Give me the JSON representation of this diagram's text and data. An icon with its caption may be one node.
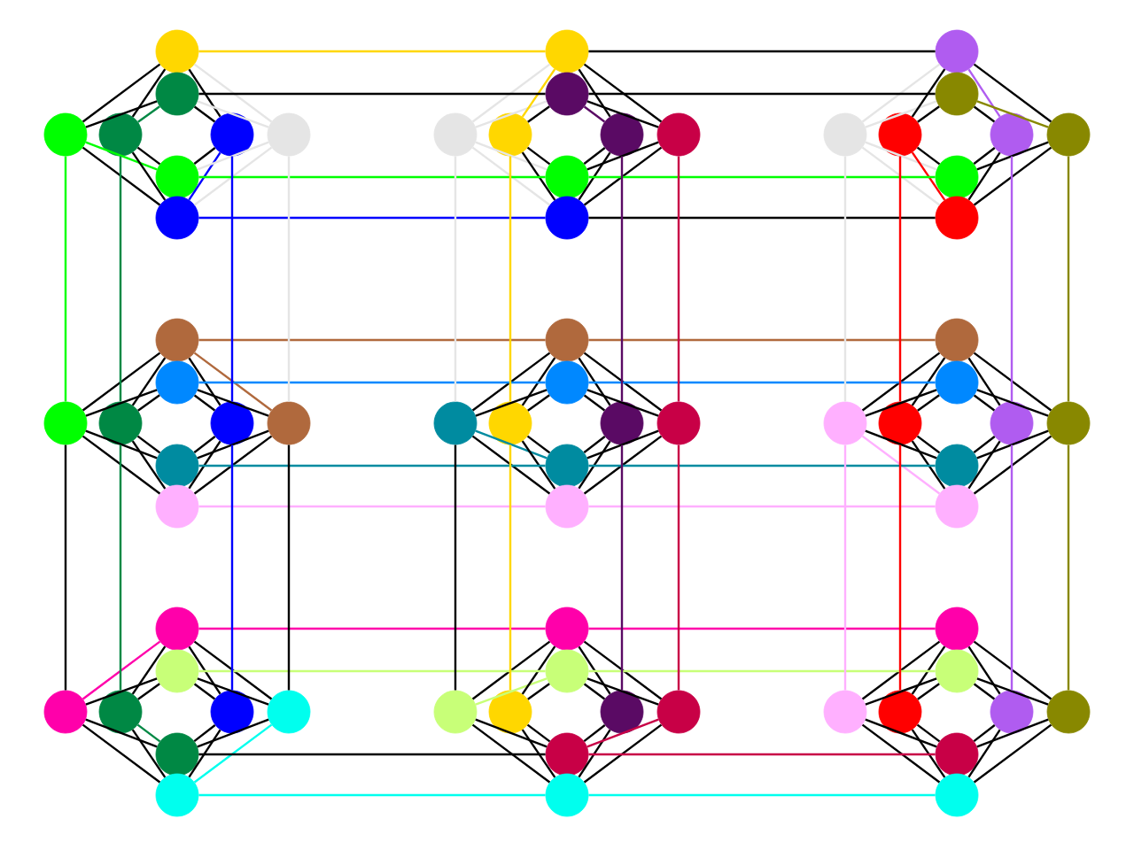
{
  "diagram": {
    "nodes": [
      {
        "text": [],
        "shape": "circle"
      },
      {
        "text": [],
        "shape": "circle"
      },
      {
        "text": [],
        "shape": "circle"
      },
      {
        "text": [],
        "shape": "circle"
      },
      {
        "text": [],
        "shape": "circle"
      },
      {
        "text": [],
        "shape": "circle"
      },
      {
        "text": [],
        "shape": "circle"
      },
      {
        "text": [],
        "shape": "circle"
      },
      {
        "text": [],
        "shape": "circle"
      },
      {
        "text": [],
        "shape": "circle"
      },
      {
        "text": [],
        "shape": "circle"
      },
      {
        "text": [],
        "shape": "circle"
      },
      {
        "text": [],
        "shape": "circle"
      },
      {
        "text": [],
        "shape": "circle"
      },
      {
        "text": [],
        "shape": "circle"
      },
      {
        "text": [],
        "shape": "circle"
      },
      {
        "text": [],
        "shape": "circle"
      },
      {
        "text": [],
        "shape": "circle"
      },
      {
        "text": [],
        "shape": "circle"
      },
      {
        "text": [],
        "shape": "circle"
      },
      {
        "text": [],
        "shape": "circle"
      },
      {
        "text": [],
        "shape": "circle"
      },
      {
        "text": [],
        "shape": "circle"
      },
      {
        "text": [],
        "shape": "circle"
      },
      {
        "text": [],
        "shape": "circle"
      },
      {
        "text": [],
        "shape": "circle"
      },
      {
        "text": [],
        "shape": "circle"
      },
      {
        "text": [],
        "shape": "circle"
      },
      {
        "text": [],
        "shape": "circle"
      },
      {
        "text": [],
        "shape": "circle"
      },
      {
        "text": [],
        "shape": "circle"
      },
      {
        "text": [],
        "shape": "circle"
      },
      {
        "text": [],
        "shape": "circle"
      },
      {
        "text": [],
        "shape": "circle"
      },
      {
        "text": [],
        "shape": "circle"
      },
      {
        "text": [],
        "shape": "circle"
      },
      {
        "text": [],
        "shape": "circle"
      },
      {
        "text": [],
        "shape": "circle"
      },
      {
        "text": [],
        "shape": "circle"
      },
      {
        "text": [],
        "shape": "circle"
      },
      {
        "text": [],
        "shape": "circle"
      },
      {
        "text": [],
        "shape": "circle"
      },
      {
        "text": [],
        "shape": "circle"
      },
      {
        "text": [],
        "shape": "circle"
      },
      {
        "text": [],
        "shape": "circle"
      },
      {
        "text": [],
        "shape": "circle"
      },
      {
        "text": [],
        "shape": "circle"
      },
      {
        "text": [],
        "shape": "circle"
      },
      {
        "text": [],
        "shape": "circle"
      },
      {
        "text": [],
        "shape": "circle"
      },
      {
        "text": [],
        "shape": "circle"
      },
      {
        "text": [],
        "shape": "circle"
      },
      {
        "text": [],
        "shape": "circle"
      },
      {
        "text": [],
        "shape": "circle"
      },
      {
        "text": [],
        "shape": "circle"
      },
      {
        "text": [],
        "shape": "circle"
      },
      {
        "text": [],
        "shape": "circle"
      },
      {
        "text": [],
        "shape": "circle"
      },
      {
        "text": [],
        "shape": "circle"
      },
      {
        "text": [],
        "shape": "circle"
      },
      {
        "text": [],
        "shape": "circle"
      },
      {
        "text": [],
        "shape": "circle"
      },
      {
        "text": [],
        "shape": "circle"
      },
      {
        "text": [],
        "shape": "circle"
      },
      {
        "text": [],
        "shape": "circle"
      },
      {
        "text": [],
        "shape": "circle"
      },
      {
        "text": [],
        "shape": "circle"
      },
      {
        "text": [],
        "shape": "circle"
      },
      {
        "text": [],
        "shape": "circle"
      },
      {
        "text": [],
        "shape": "circle"
      },
      {
        "text": [],
        "shape": "circle"
      },
      {
        "text": [],
        "shape": "circle"
      }
    ],
    "edges": [
      {
        "from": 2,
        "to": 0,
        "arrow": "none"
      },
      {
        "from": 2,
        "to": 1,
        "arrow": "none"
      },
      {
        "from": 2,
        "to": 6,
        "arrow": "none",
        "color": "#00ff00"
      },
      {
        "from": 2,
        "to": 7,
        "arrow": "none"
      },
      {
        "from": 3,
        "to": 0,
        "arrow": "none"
      },
      {
        "from": 3,
        "to": 1,
        "arrow": "none",
        "color": "#008844"
      },
      {
        "from": 3,
        "to": 6,
        "arrow": "none"
      },
      {
        "from": 3,
        "to": 7,
        "arrow": "none"
      },
      {
        "from": 4,
        "to": 0,
        "arrow": "none"
      },
      {
        "from": 4,
        "to": 1,
        "arrow": "none"
      },
      {
        "from": 4,
        "to": 6,
        "arrow": "none"
      },
      {
        "from": 4,
        "to": 7,
        "arrow": "none",
        "color": "#0000ff"
      },
      {
        "from": 5,
        "to": 0,
        "arrow": "none",
        "color": "#e5e5e5"
      },
      {
        "from": 5,
        "to": 1,
        "arrow": "none",
        "color": "#e5e5e5"
      },
      {
        "from": 5,
        "to": 6,
        "arrow": "none",
        "color": "#e5e5e5"
      },
      {
        "from": 5,
        "to": 7,
        "arrow": "none",
        "color": "#e5e5e5"
      },
      {
        "from": 10,
        "to": 8,
        "arrow": "none",
        "color": "#e5e5e5"
      },
      {
        "from": 10,
        "to": 9,
        "arrow": "none",
        "color": "#e5e5e5"
      },
      {
        "from": 10,
        "to": 14,
        "arrow": "none",
        "color": "#e5e5e5"
      },
      {
        "from": 10,
        "to": 15,
        "arrow": "none",
        "color": "#e5e5e5"
      },
      {
        "from": 11,
        "to": 8,
        "arrow": "none",
        "color": "#ffd700"
      },
      {
        "from": 11,
        "to": 9,
        "arrow": "none"
      },
      {
        "from": 11,
        "to": 14,
        "arrow": "none"
      },
      {
        "from": 11,
        "to": 15,
        "arrow": "none"
      },
      {
        "from": 12,
        "to": 8,
        "arrow": "none"
      },
      {
        "from": 12,
        "to": 9,
        "arrow": "none",
        "color": "#5a0a64"
      },
      {
        "from": 12,
        "to": 14,
        "arrow": "none"
      },
      {
        "from": 12,
        "to": 15,
        "arrow": "none"
      },
      {
        "from": 13,
        "to": 8,
        "arrow": "none"
      },
      {
        "from": 13,
        "to": 9,
        "arrow": "none"
      },
      {
        "from": 13,
        "to": 14,
        "arrow": "none"
      },
      {
        "from": 13,
        "to": 15,
        "arrow": "none"
      },
      {
        "from": 18,
        "to": 16,
        "arrow": "none",
        "color": "#e5e5e5"
      },
      {
        "from": 18,
        "to": 17,
        "arrow": "none",
        "color": "#e5e5e5"
      },
      {
        "from": 18,
        "to": 22,
        "arrow": "none",
        "color": "#e5e5e5"
      },
      {
        "from": 18,
        "to": 23,
        "arrow": "none",
        "color": "#e5e5e5"
      },
      {
        "from": 19,
        "to": 16,
        "arrow": "none"
      },
      {
        "from": 19,
        "to": 17,
        "arrow": "none"
      },
      {
        "from": 19,
        "to": 22,
        "arrow": "none"
      },
      {
        "from": 19,
        "to": 23,
        "arrow": "none",
        "color": "#ff0000"
      },
      {
        "from": 20,
        "to": 16,
        "arrow": "none",
        "color": "#b05cf0"
      },
      {
        "from": 20,
        "to": 17,
        "arrow": "none"
      },
      {
        "from": 20,
        "to": 22,
        "arrow": "none"
      },
      {
        "from": 20,
        "to": 23,
        "arrow": "none"
      },
      {
        "from": 21,
        "to": 16,
        "arrow": "none"
      },
      {
        "from": 21,
        "to": 17,
        "arrow": "none",
        "color": "#888800"
      },
      {
        "from": 21,
        "to": 22,
        "arrow": "none"
      },
      {
        "from": 21,
        "to": 23,
        "arrow": "none"
      },
      {
        "from": 26,
        "to": 24,
        "arrow": "none"
      },
      {
        "from": 26,
        "to": 25,
        "arrow": "none"
      },
      {
        "from": 26,
        "to": 30,
        "arrow": "none"
      },
      {
        "from": 26,
        "to": 31,
        "arrow": "none"
      },
      {
        "from": 27,
        "to": 24,
        "arrow": "none"
      },
      {
        "from": 27,
        "to": 25,
        "arrow": "none"
      },
      {
        "from": 27,
        "to": 30,
        "arrow": "none"
      },
      {
        "from": 27,
        "to": 31,
        "arrow": "none"
      },
      {
        "from": 28,
        "to": 24,
        "arrow": "none"
      },
      {
        "from": 28,
        "to": 25,
        "arrow": "none"
      },
      {
        "from": 28,
        "to": 30,
        "arrow": "none"
      },
      {
        "from": 28,
        "to": 31,
        "arrow": "none"
      },
      {
        "from": 29,
        "to": 24,
        "arrow": "none",
        "color": "#b0693d"
      },
      {
        "from": 29,
        "to": 25,
        "arrow": "none"
      },
      {
        "from": 29,
        "to": 30,
        "arrow": "none"
      },
      {
        "from": 29,
        "to": 31,
        "arrow": "none"
      },
      {
        "from": 34,
        "to": 32,
        "arrow": "none"
      },
      {
        "from": 34,
        "to": 33,
        "arrow": "none"
      },
      {
        "from": 34,
        "to": 38,
        "arrow": "none",
        "color": "#008ba0"
      },
      {
        "from": 34,
        "to": 39,
        "arrow": "none"
      },
      {
        "from": 35,
        "to": 32,
        "arrow": "none"
      },
      {
        "from": 35,
        "to": 33,
        "arrow": "none"
      },
      {
        "from": 35,
        "to": 38,
        "arrow": "none"
      },
      {
        "from": 35,
        "to": 39,
        "arrow": "none"
      },
      {
        "from": 36,
        "to": 32,
        "arrow": "none"
      },
      {
        "from": 36,
        "to": 33,
        "arrow": "none"
      },
      {
        "from": 36,
        "to": 38,
        "arrow": "none"
      },
      {
        "from": 36,
        "to": 39,
        "arrow": "none"
      },
      {
        "from": 37,
        "to": 32,
        "arrow": "none"
      },
      {
        "from": 37,
        "to": 33,
        "arrow": "none"
      },
      {
        "from": 37,
        "to": 38,
        "arrow": "none"
      },
      {
        "from": 37,
        "to": 39,
        "arrow": "none"
      },
      {
        "from": 42,
        "to": 40,
        "arrow": "none"
      },
      {
        "from": 42,
        "to": 41,
        "arrow": "none"
      },
      {
        "from": 42,
        "to": 46,
        "arrow": "none"
      },
      {
        "from": 42,
        "to": 47,
        "arrow": "none",
        "color": "#ffb0ff"
      },
      {
        "from": 43,
        "to": 40,
        "arrow": "none"
      },
      {
        "from": 43,
        "to": 41,
        "arrow": "none"
      },
      {
        "from": 43,
        "to": 46,
        "arrow": "none"
      },
      {
        "from": 43,
        "to": 47,
        "arrow": "none"
      },
      {
        "from": 44,
        "to": 40,
        "arrow": "none"
      },
      {
        "from": 44,
        "to": 41,
        "arrow": "none"
      },
      {
        "from": 44,
        "to": 46,
        "arrow": "none"
      },
      {
        "from": 44,
        "to": 47,
        "arrow": "none"
      },
      {
        "from": 45,
        "to": 40,
        "arrow": "none"
      },
      {
        "from": 45,
        "to": 41,
        "arrow": "none"
      },
      {
        "from": 45,
        "to": 46,
        "arrow": "none"
      },
      {
        "from": 45,
        "to": 47,
        "arrow": "none"
      },
      {
        "from": 50,
        "to": 48,
        "arrow": "none",
        "color": "#ff00aa"
      },
      {
        "from": 50,
        "to": 49,
        "arrow": "none"
      },
      {
        "from": 50,
        "to": 54,
        "arrow": "none"
      },
      {
        "from": 50,
        "to": 55,
        "arrow": "none"
      },
      {
        "from": 51,
        "to": 48,
        "arrow": "none"
      },
      {
        "from": 51,
        "to": 49,
        "arrow": "none"
      },
      {
        "from": 51,
        "to": 54,
        "arrow": "none",
        "color": "#008844"
      },
      {
        "from": 51,
        "to": 55,
        "arrow": "none"
      },
      {
        "from": 52,
        "to": 48,
        "arrow": "none"
      },
      {
        "from": 52,
        "to": 49,
        "arrow": "none"
      },
      {
        "from": 52,
        "to": 54,
        "arrow": "none"
      },
      {
        "from": 52,
        "to": 55,
        "arrow": "none"
      },
      {
        "from": 53,
        "to": 48,
        "arrow": "none"
      },
      {
        "from": 53,
        "to": 49,
        "arrow": "none"
      },
      {
        "from": 53,
        "to": 54,
        "arrow": "none"
      },
      {
        "from": 53,
        "to": 55,
        "arrow": "none",
        "color": "#00ffee"
      },
      {
        "from": 58,
        "to": 56,
        "arrow": "none"
      },
      {
        "from": 58,
        "to": 57,
        "arrow": "none",
        "color": "#c8ff78"
      },
      {
        "from": 58,
        "to": 62,
        "arrow": "none"
      },
      {
        "from": 58,
        "to": 63,
        "arrow": "none"
      },
      {
        "from": 59,
        "to": 56,
        "arrow": "none"
      },
      {
        "from": 59,
        "to": 57,
        "arrow": "none"
      },
      {
        "from": 59,
        "to": 62,
        "arrow": "none"
      },
      {
        "from": 59,
        "to": 63,
        "arrow": "none"
      },
      {
        "from": 60,
        "to": 56,
        "arrow": "none"
      },
      {
        "from": 60,
        "to": 57,
        "arrow": "none"
      },
      {
        "from": 60,
        "to": 62,
        "arrow": "none"
      },
      {
        "from": 60,
        "to": 63,
        "arrow": "none"
      },
      {
        "from": 61,
        "to": 56,
        "arrow": "none"
      },
      {
        "from": 61,
        "to": 57,
        "arrow": "none"
      },
      {
        "from": 61,
        "to": 62,
        "arrow": "none",
        "color": "#c80046"
      },
      {
        "from": 61,
        "to": 63,
        "arrow": "none"
      },
      {
        "from": 66,
        "to": 64,
        "arrow": "none"
      },
      {
        "from": 66,
        "to": 65,
        "arrow": "none"
      },
      {
        "from": 66,
        "to": 70,
        "arrow": "none"
      },
      {
        "from": 66,
        "to": 71,
        "arrow": "none"
      },
      {
        "from": 67,
        "to": 64,
        "arrow": "none"
      },
      {
        "from": 67,
        "to": 65,
        "arrow": "none"
      },
      {
        "from": 67,
        "to": 70,
        "arrow": "none"
      },
      {
        "from": 67,
        "to": 71,
        "arrow": "none"
      },
      {
        "from": 68,
        "to": 64,
        "arrow": "none"
      },
      {
        "from": 68,
        "to": 65,
        "arrow": "none"
      },
      {
        "from": 68,
        "to": 70,
        "arrow": "none"
      },
      {
        "from": 68,
        "to": 71,
        "arrow": "none"
      },
      {
        "from": 69,
        "to": 64,
        "arrow": "none"
      },
      {
        "from": 69,
        "to": 65,
        "arrow": "none"
      },
      {
        "from": 69,
        "to": 70,
        "arrow": "none"
      },
      {
        "from": 69,
        "to": 71,
        "arrow": "none"
      },
      {
        "from": 0,
        "to": 8,
        "arrow": "none",
        "color": "#ffd700"
      },
      {
        "from": 1,
        "to": 9,
        "arrow": "none"
      },
      {
        "from": 6,
        "to": 14,
        "arrow": "none",
        "color": "#00ff00"
      },
      {
        "from": 7,
        "to": 15,
        "arrow": "none",
        "color": "#0000ff"
      },
      {
        "from": 8,
        "to": 16,
        "arrow": "none"
      },
      {
        "from": 9,
        "to": 17,
        "arrow": "none"
      },
      {
        "from": 14,
        "to": 22,
        "arrow": "none",
        "color": "#00ff00"
      },
      {
        "from": 15,
        "to": 23,
        "arrow": "none"
      },
      {
        "from": 24,
        "to": 32,
        "arrow": "none",
        "color": "#b0693d"
      },
      {
        "from": 25,
        "to": 33,
        "arrow": "none",
        "color": "#0088ff"
      },
      {
        "from": 30,
        "to": 38,
        "arrow": "none",
        "color": "#008ba0"
      },
      {
        "from": 31,
        "to": 39,
        "arrow": "none",
        "color": "#ffb0ff"
      },
      {
        "from": 32,
        "to": 40,
        "arrow": "none",
        "color": "#b0693d"
      },
      {
        "from": 33,
        "to": 41,
        "arrow": "none",
        "color": "#0088ff"
      },
      {
        "from": 38,
        "to": 46,
        "arrow": "none",
        "color": "#008ba0"
      },
      {
        "from": 39,
        "to": 47,
        "arrow": "none",
        "color": "#ffb0ff"
      },
      {
        "from": 48,
        "to": 56,
        "arrow": "none",
        "color": "#ff00aa"
      },
      {
        "from": 49,
        "to": 57,
        "arrow": "none",
        "color": "#c8ff78"
      },
      {
        "from": 54,
        "to": 62,
        "arrow": "none"
      },
      {
        "from": 55,
        "to": 63,
        "arrow": "none",
        "color": "#00ffee"
      },
      {
        "from": 56,
        "to": 64,
        "arrow": "none",
        "color": "#ff00aa"
      },
      {
        "from": 57,
        "to": 65,
        "arrow": "none",
        "color": "#c8ff78"
      },
      {
        "from": 62,
        "to": 70,
        "arrow": "none",
        "color": "#c80046"
      },
      {
        "from": 63,
        "to": 71,
        "arrow": "none",
        "color": "#00ffee"
      },
      {
        "from": 2,
        "to": 26,
        "arrow": "none",
        "color": "#00ff00"
      },
      {
        "from": 3,
        "to": 27,
        "arrow": "none",
        "color": "#008844"
      },
      {
        "from": 4,
        "to": 28,
        "arrow": "none",
        "color": "#0000ff"
      },
      {
        "from": 5,
        "to": 29,
        "arrow": "none",
        "color": "#e5e5e5"
      },
      {
        "from": 26,
        "to": 50,
        "arrow": "none"
      },
      {
        "from": 27,
        "to": 51,
        "arrow": "none",
        "color": "#008844"
      },
      {
        "from": 28,
        "to": 52,
        "arrow": "none",
        "color": "#0000ff"
      },
      {
        "from": 29,
        "to": 53,
        "arrow": "none"
      },
      {
        "from": 10,
        "to": 34,
        "arrow": "none",
        "color": "#e5e5e5"
      },
      {
        "from": 11,
        "to": 35,
        "arrow": "none",
        "color": "#ffd700"
      },
      {
        "from": 12,
        "to": 36,
        "arrow": "none",
        "color": "#5a0a64"
      },
      {
        "from": 13,
        "to": 37,
        "arrow": "none",
        "color": "#c80046"
      },
      {
        "from": 34,
        "to": 58,
        "arrow": "none"
      },
      {
        "from": 35,
        "to": 59,
        "arrow": "none",
        "color": "#ffd700"
      },
      {
        "from": 36,
        "to": 60,
        "arrow": "none",
        "color": "#5a0a64"
      },
      {
        "from": 37,
        "to": 61,
        "arrow": "none",
        "color": "#c80046"
      },
      {
        "from": 18,
        "to": 42,
        "arrow": "none",
        "color": "#e5e5e5"
      },
      {
        "from": 19,
        "to": 43,
        "arrow": "none",
        "color": "#ff0000"
      },
      {
        "from": 20,
        "to": 44,
        "arrow": "none",
        "color": "#b05cf0"
      },
      {
        "from": 21,
        "to": 45,
        "arrow": "none",
        "color": "#888800"
      },
      {
        "from": 42,
        "to": 66,
        "arrow": "none",
        "color": "#ffb0ff"
      },
      {
        "from": 43,
        "to": 67,
        "arrow": "none",
        "color": "#ff0000"
      },
      {
        "from": 44,
        "to": 68,
        "arrow": "none",
        "color": "#b05cf0"
      },
      {
        "from": 45,
        "to": 69,
        "arrow": "none",
        "color": "#888800"
      }
    ]
  }
}
